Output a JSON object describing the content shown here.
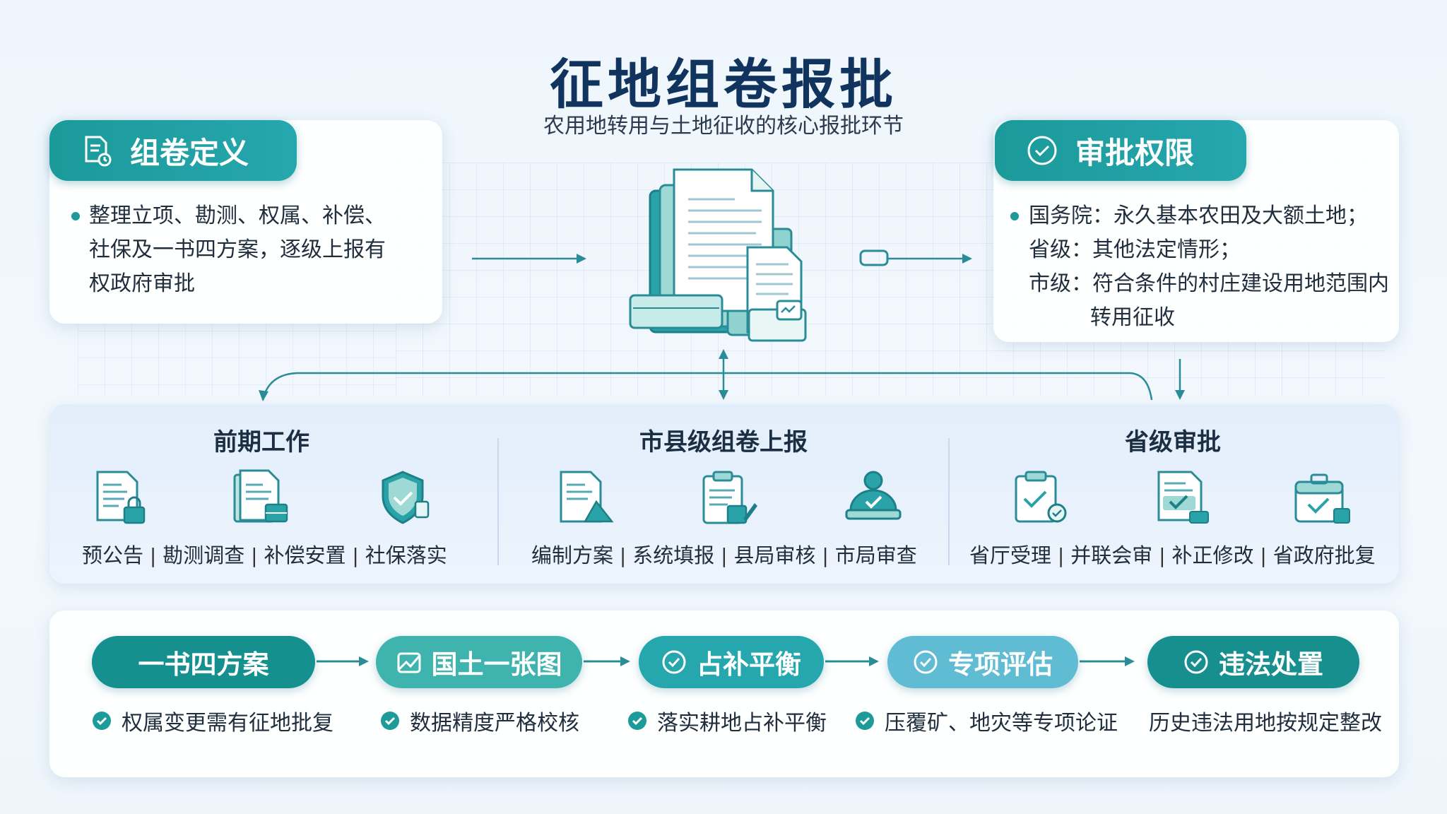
{
  "header": {
    "title": "征地组卷报批",
    "subtitle": "农用地转用与土地征收的核心报批环节"
  },
  "definition_card": {
    "heading": "组卷定义",
    "lines": [
      "整理立项、勘测、权属、补偿、",
      "社保及一书四方案，逐级上报有",
      "权政府审批"
    ]
  },
  "authority_card": {
    "heading": "审批权限",
    "lines": [
      "国务院：永久基本农田及大额土地；",
      "省级：其他法定情形；",
      "市级：符合条件的村庄建设用地范围内",
      "转用征收"
    ]
  },
  "stages": [
    {
      "title": "前期工作",
      "items": [
        "预公告",
        "勘测调查",
        "补偿安置",
        "社保落实"
      ],
      "icons": [
        "document-lock-icon",
        "survey-document-icon",
        "compensation-document-icon",
        "shield-check-icon"
      ]
    },
    {
      "title": "市县级组卷上报",
      "items": [
        "编制方案",
        "系统填报",
        "县局审核",
        "市局审查"
      ],
      "icons": [
        "document-pen-icon",
        "clipboard-edit-icon",
        "document-stamp-icon",
        "reviewer-icon"
      ]
    },
    {
      "title": "省级审批",
      "items": [
        "省厅受理",
        "并联会审",
        "补正修改",
        "省政府批复"
      ],
      "icons": [
        "clipboard-check-icon",
        "document-check-icon",
        "document-amend-icon",
        "briefcase-check-icon"
      ]
    }
  ],
  "requirements": [
    {
      "label": "一书四方案",
      "note": "权属变更需有征地批复",
      "color": "#168f8f"
    },
    {
      "label": "国土一张图",
      "note": "数据精度严格校核",
      "color": "#3fb3ad"
    },
    {
      "label": "占补平衡",
      "note": "落实耕地占补平衡",
      "color": "#26a7ae"
    },
    {
      "label": "专项评估",
      "note": "压覆矿、地灾等专项论证",
      "color": "#5fbcd2"
    },
    {
      "label": "违法处置",
      "note": "历史违法用地按规定整改",
      "color": "#178f8f"
    }
  ],
  "colors": {
    "accent": "#1d9a9a",
    "title": "#11345f",
    "connector": "#2a8c96"
  }
}
